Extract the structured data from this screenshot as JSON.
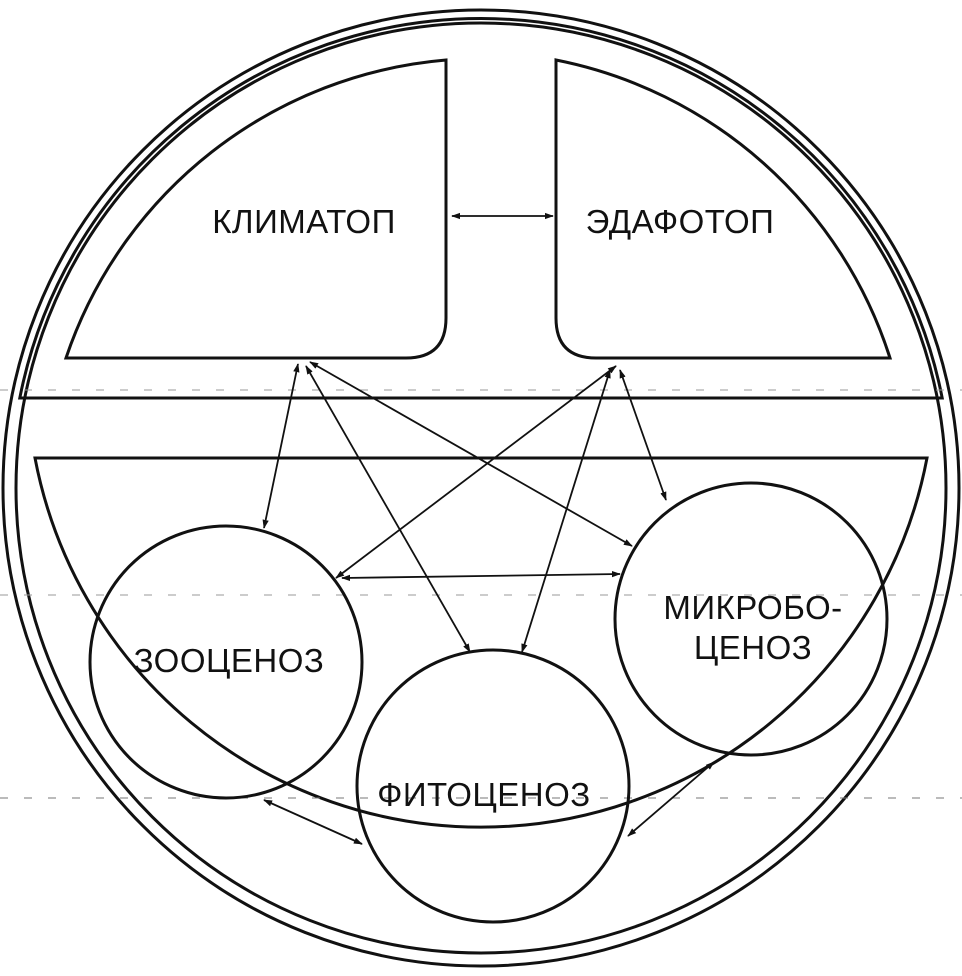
{
  "diagram": {
    "type": "ecosystem structure diagram",
    "nodes": {
      "climatope": {
        "label": "КЛИМАТОП"
      },
      "edaphotope": {
        "label": "ЭДАФОТОП"
      },
      "zoocenosis": {
        "label": "ЗООЦЕНОЗ"
      },
      "phytocenosis": {
        "label": "ФИТОЦЕНОЗ"
      },
      "microbocenosis": {
        "line1": "МИКРОБО-",
        "line2": "ЦЕНОЗ"
      }
    },
    "edges": [
      {
        "from": "climatope",
        "to": "edaphotope",
        "arrow": "both"
      },
      {
        "from": "climatope",
        "to": "zoocenosis",
        "arrow": "both"
      },
      {
        "from": "climatope",
        "to": "phytocenosis",
        "arrow": "both"
      },
      {
        "from": "climatope",
        "to": "microbocenosis",
        "arrow": "both"
      },
      {
        "from": "edaphotope",
        "to": "zoocenosis",
        "arrow": "both"
      },
      {
        "from": "edaphotope",
        "to": "phytocenosis",
        "arrow": "both"
      },
      {
        "from": "edaphotope",
        "to": "microbocenosis",
        "arrow": "both"
      },
      {
        "from": "zoocenosis",
        "to": "microbocenosis",
        "arrow": "both"
      },
      {
        "from": "zoocenosis",
        "to": "phytocenosis",
        "arrow": "both"
      },
      {
        "from": "microbocenosis",
        "to": "phytocenosis",
        "arrow": "both"
      }
    ],
    "colors": {
      "stroke": "#111111",
      "background": "#ffffff"
    }
  }
}
